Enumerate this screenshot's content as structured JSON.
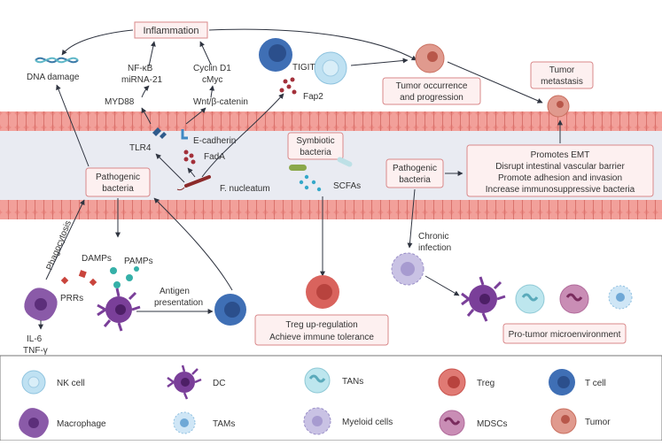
{
  "labels": {
    "inflammation": "Inflammation",
    "dna_damage": "DNA damage",
    "nfkb": "NF-κB",
    "mir21": "miRNA-21",
    "cyclin_d1": "Cyclin D1",
    "cmyc": "cMyc",
    "myd88": "MYD88",
    "wnt": "Wnt/β-catenin",
    "tlr4": "TLR4",
    "e_cadherin": "E-cadherin",
    "fada": "FadA",
    "f_nucleatum": "F. nucleatum",
    "tigit": "TIGIT",
    "fap2": "Fap2",
    "tumor_occurrence_1": "Tumor occurrence",
    "tumor_occurrence_2": "and progression",
    "tumor_metastasis_1": "Tumor",
    "tumor_metastasis_2": "metastasis",
    "symbiotic_1": "Symbiotic",
    "symbiotic_2": "bacteria",
    "scfas": "SCFAs",
    "pathogenic_left_1": "Pathogenic",
    "pathogenic_left_2": "bacteria",
    "pathogenic_right_1": "Pathogenic",
    "pathogenic_right_2": "bacteria",
    "emt_1": "Promotes EMT",
    "emt_2": "Disrupt intestinal vascular barrier",
    "emt_3": "Promote adhesion and invasion",
    "emt_4": "Increase immunosuppressive bacteria",
    "phagocytosis": "Phagocytosis",
    "damps": "DAMPs",
    "pamps": "PAMPs",
    "prrs": "PRRs",
    "il6": "IL-6",
    "tnf": "TNF-γ",
    "antigen_1": "Antigen",
    "antigen_2": "presentation",
    "chronic_1": "Chronic",
    "chronic_2": "infection",
    "treg_box_1": "Treg up-regulation",
    "treg_box_2": "Achieve immune tolerance",
    "pro_tumor": "Pro-tumor microenvironment"
  },
  "legend": {
    "nk_cell": "NK cell",
    "dc": "DC",
    "tans": "TANs",
    "treg": "Treg",
    "t_cell": "T cell",
    "macrophage": "Macrophage",
    "tams": "TAMs",
    "myeloid": "Myeloid cells",
    "mdscs": "MDSCs",
    "tumor": "Tumor"
  },
  "colors": {
    "membrane": "#ec8a84",
    "lumen": "#e9ebf2",
    "box_fill": "#fdf0f0",
    "box_stroke": "#d9888a",
    "t_cell": "#3f6fb5",
    "treg": "#d9635d",
    "macrophage": "#8a5aa8",
    "dc": "#7a3f99",
    "tumor": "#c97060",
    "nk_cell": "#a9d6ee",
    "tams": "#b7d9f1",
    "myeloid": "#b9b0d8",
    "mdscs": "#b06a9a",
    "tans": "#a6d9e5"
  }
}
